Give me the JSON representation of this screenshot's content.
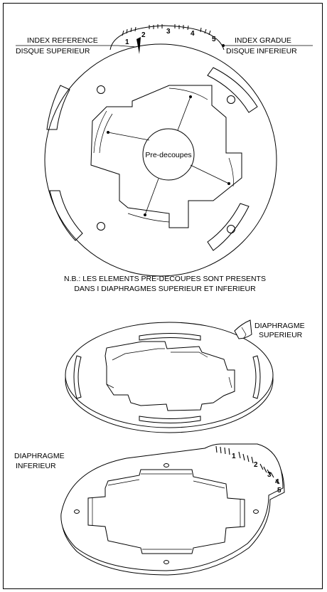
{
  "labels": {
    "index_reference_line1": "INDEX REFERENCE",
    "index_reference_line2": "DISQUE SUPERIEUR",
    "index_gradue_line1": "INDEX GRADUE",
    "index_gradue_line2": "DISQUE INFERIEUR",
    "center_label": "Pre-decoupes",
    "note_line1": "N.B.: LES ELEMENTS PRE-DECOUPES SONT PRESENTS",
    "note_line2": "DANS I DIAPHRAGMES SUPERIEUR ET INFERIEUR",
    "upper_label_line1": "DIAPHRAGME",
    "upper_label_line2": "SUPERIEUR",
    "lower_label_line1": "DIAPHRAGME",
    "lower_label_line2": "INFERIEUR"
  },
  "top_scale_numbers": [
    "1",
    "2",
    "3",
    "4",
    "5"
  ],
  "bottom_scale_numbers": [
    "1",
    "2",
    "3",
    "4",
    "5"
  ]
}
